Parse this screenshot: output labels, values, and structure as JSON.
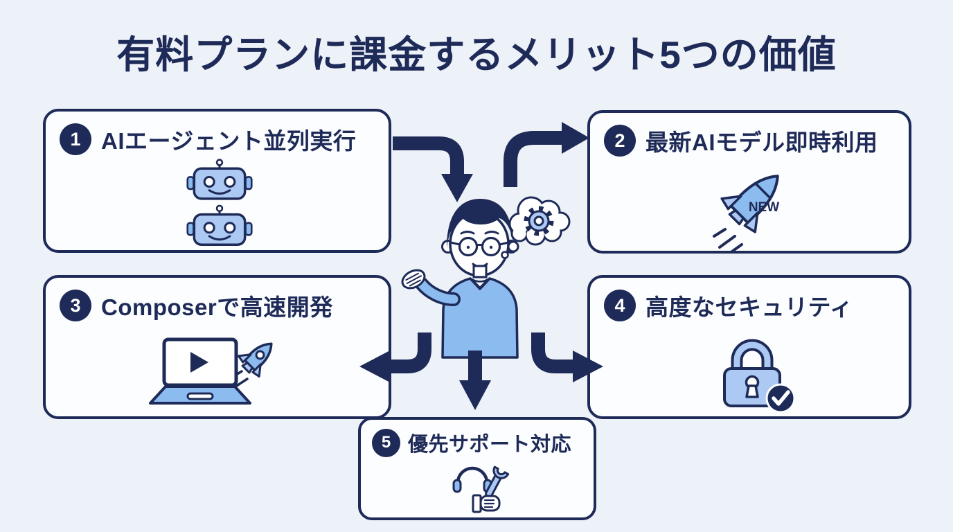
{
  "title": "有料プランに課金するメリット5つの価値",
  "boxes": [
    {
      "number": "1",
      "label": "AIエージェント並列実行",
      "icon": "parallel-robots-icon"
    },
    {
      "number": "2",
      "label": "最新AIモデル即時利用",
      "icon": "rocket-new-icon",
      "rocket_badge": "NEW"
    },
    {
      "number": "3",
      "label": "Composerで高速開発",
      "icon": "laptop-rocket-icon"
    },
    {
      "number": "4",
      "label": "高度なセキュリティ",
      "icon": "lock-check-icon"
    },
    {
      "number": "5",
      "label": "優先サポート対応",
      "icon": "headset-wrench-icon"
    }
  ],
  "center_figure": "person-with-glasses-thinking-gear",
  "colors": {
    "navy": "#1e2a57",
    "blue": "#8cbbf0",
    "bluelight": "#abc9f3",
    "bg": "#edf1f8",
    "boxbg": "#fcfdff"
  }
}
